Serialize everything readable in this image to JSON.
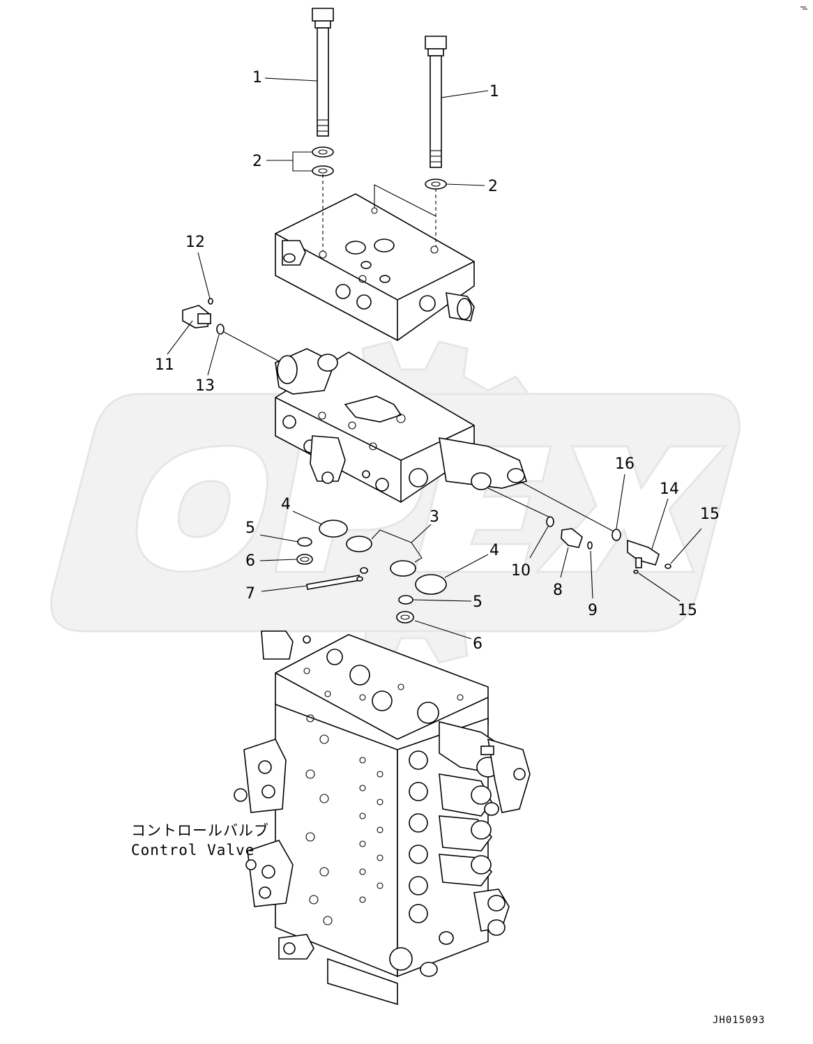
{
  "callouts": {
    "c1a": "1",
    "c1b": "1",
    "c2a": "2",
    "c2b": "2",
    "c3": "3",
    "c4a": "4",
    "c4b": "4",
    "c5a": "5",
    "c5b": "5",
    "c6a": "6",
    "c6b": "6",
    "c7": "7",
    "c8": "8",
    "c9": "9",
    "c10": "10",
    "c11": "11",
    "c12": "12",
    "c13": "13",
    "c14": "14",
    "c15a": "15",
    "c15b": "15",
    "c16": "16"
  },
  "caption": {
    "japanese": "コントロールバルブ",
    "english": "Control Valve"
  },
  "drawing_code": "JH015093",
  "watermark": "OPEX"
}
